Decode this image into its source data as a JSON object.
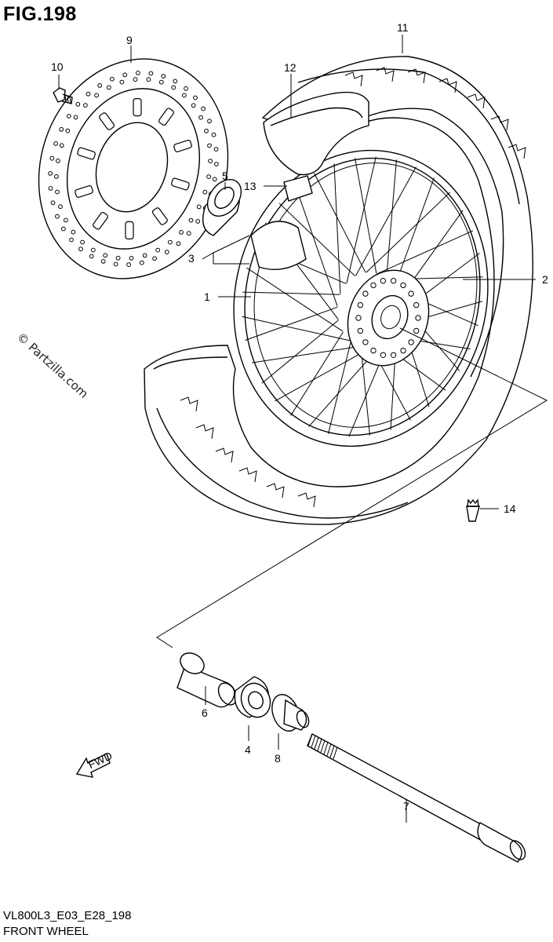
{
  "figure": {
    "title": "FIG.198",
    "code": "VL800L3_E03_E28_198",
    "name": "FRONT WHEEL"
  },
  "watermark": "© Partzilla.com",
  "fwd_label": "FWD",
  "callouts": [
    {
      "id": "c1",
      "label": "1"
    },
    {
      "id": "c2",
      "label": "2"
    },
    {
      "id": "c3",
      "label": "3"
    },
    {
      "id": "c4",
      "label": "4"
    },
    {
      "id": "c5",
      "label": "5"
    },
    {
      "id": "c6",
      "label": "6"
    },
    {
      "id": "c7",
      "label": "7"
    },
    {
      "id": "c8",
      "label": "8"
    },
    {
      "id": "c9",
      "label": "9"
    },
    {
      "id": "c10",
      "label": "10"
    },
    {
      "id": "c11",
      "label": "11"
    },
    {
      "id": "c12",
      "label": "12"
    },
    {
      "id": "c13",
      "label": "13"
    },
    {
      "id": "c14",
      "label": "14"
    }
  ]
}
